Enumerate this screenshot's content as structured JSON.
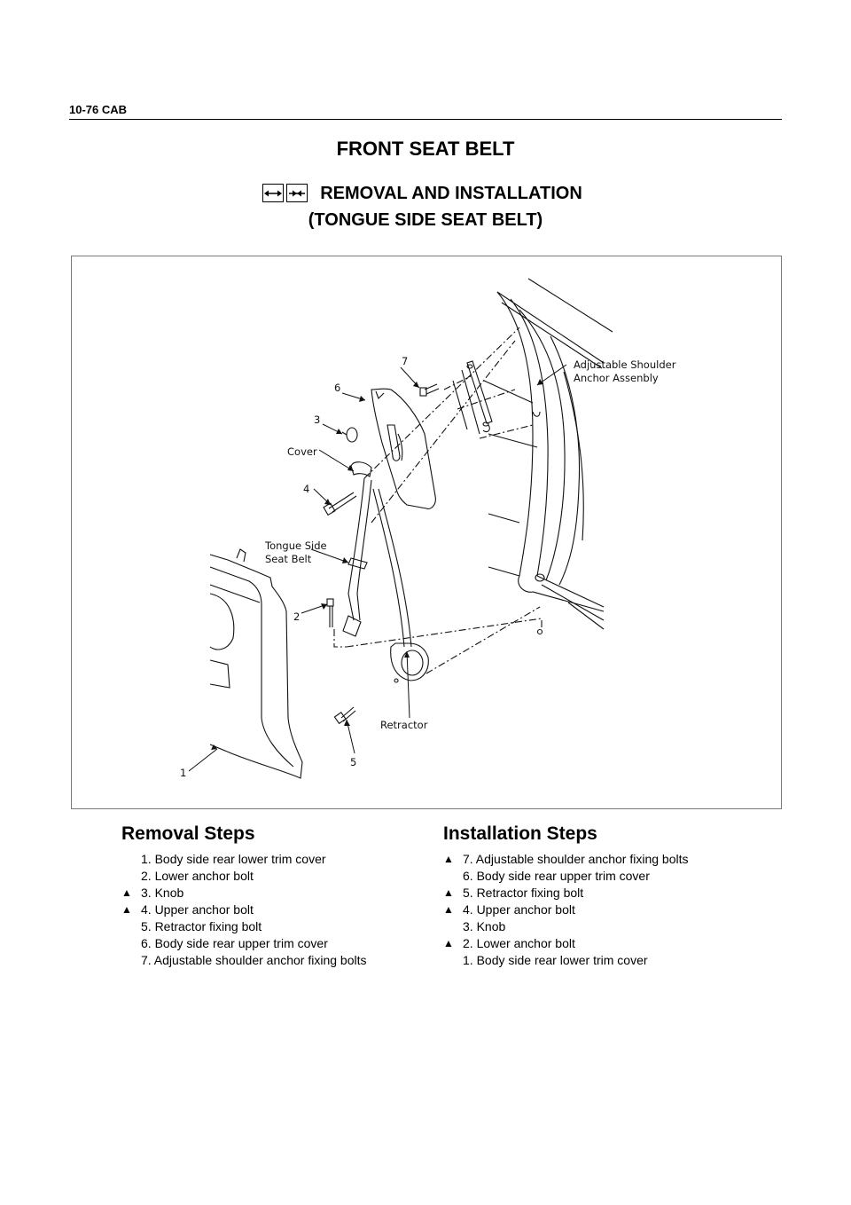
{
  "header": {
    "section": "10-76  CAB"
  },
  "title": "FRONT SEAT BELT",
  "subtitle": {
    "line1": "REMOVAL AND INSTALLATION",
    "line2": "(TONGUE SIDE SEAT BELT)",
    "icons": [
      "remove-arrows-icon",
      "install-arrows-icon"
    ]
  },
  "figure": {
    "labels": {
      "n1": "1",
      "n2": "2",
      "n3": "3",
      "n4": "4",
      "n5": "5",
      "n6": "6",
      "n7": "7",
      "cover": "Cover",
      "tongue1": "Tongue Side",
      "tongue2": "Seat Belt",
      "retractor": "Retractor",
      "adj1": "Adjustable Shoulder",
      "adj2": "Anchor Assenbly"
    }
  },
  "removal": {
    "title": "Removal Steps",
    "steps": [
      {
        "text": "1. Body side rear lower trim cover",
        "mark": ""
      },
      {
        "text": "2. Lower anchor bolt",
        "mark": ""
      },
      {
        "text": "3. Knob",
        "mark": "▲"
      },
      {
        "text": "4. Upper anchor bolt",
        "mark": "▲"
      },
      {
        "text": "5. Retractor fixing bolt",
        "mark": ""
      },
      {
        "text": "6. Body side rear upper trim cover",
        "mark": ""
      },
      {
        "text": "7. Adjustable shoulder anchor fixing bolts",
        "mark": ""
      }
    ]
  },
  "installation": {
    "title": "Installation Steps",
    "steps": [
      {
        "text": "7. Adjustable shoulder anchor fixing bolts",
        "mark": "▲"
      },
      {
        "text": "6. Body side rear upper trim cover",
        "mark": ""
      },
      {
        "text": "5. Retractor fixing bolt",
        "mark": "▲"
      },
      {
        "text": "4. Upper anchor bolt",
        "mark": "▲"
      },
      {
        "text": "3. Knob",
        "mark": ""
      },
      {
        "text": "2. Lower anchor bolt",
        "mark": "▲"
      },
      {
        "text": "1. Body side rear lower trim cover",
        "mark": ""
      }
    ]
  }
}
